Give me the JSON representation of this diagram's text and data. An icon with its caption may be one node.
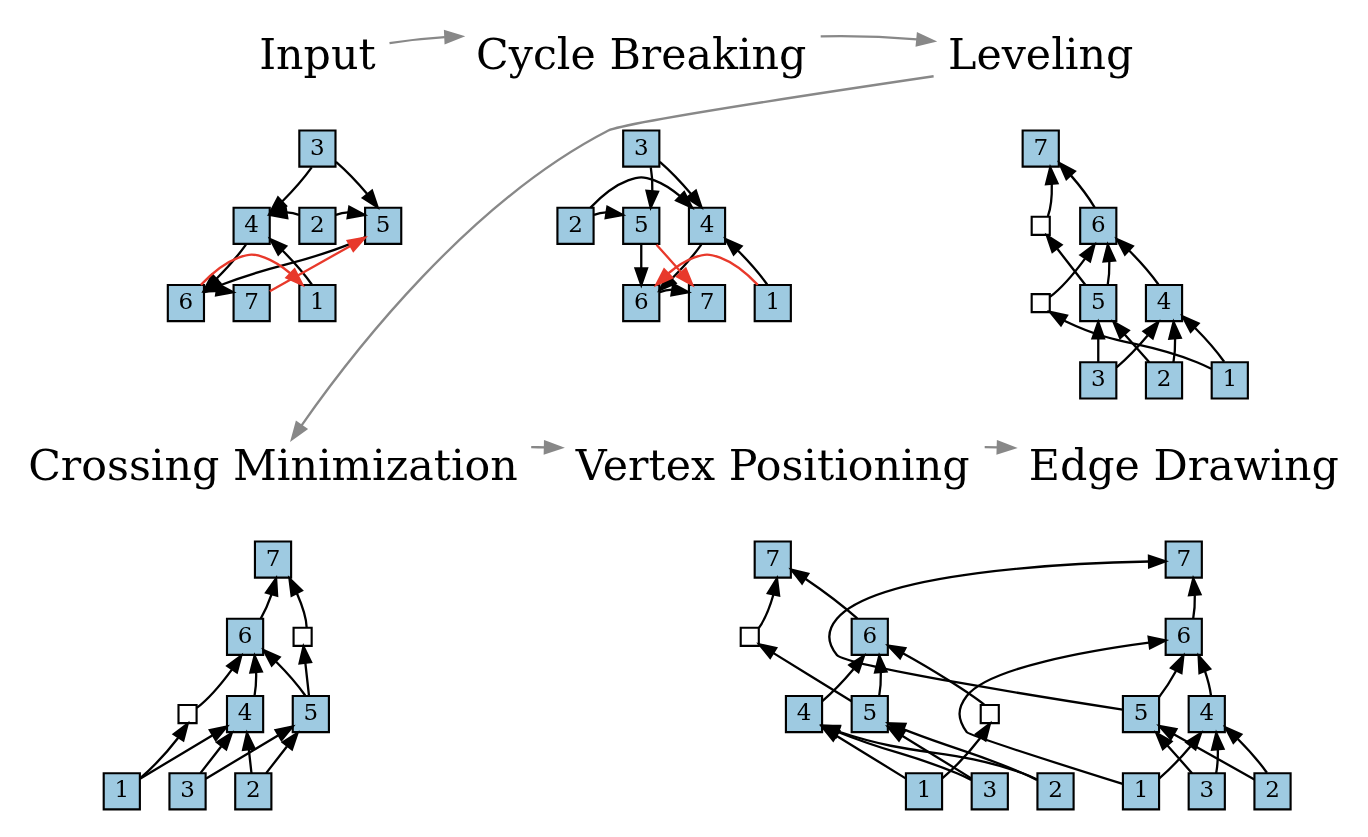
{
  "diagram": {
    "nodes": [
      {
        "text": [
          "Input"
        ]
      },
      {
        "text": [
          "Cycle Breaking"
        ]
      },
      {
        "text": [
          "Leveling"
        ]
      },
      {
        "text": [
          "Crossing Minimization"
        ]
      },
      {
        "text": [
          "Vertex Positioning"
        ]
      },
      {
        "text": [
          "Edge Drawing"
        ]
      },
      {
        "text": [
          "3"
        ]
      },
      {
        "text": [
          "4"
        ]
      },
      {
        "text": [
          "2"
        ]
      },
      {
        "text": [
          "5"
        ]
      },
      {
        "text": [
          "1"
        ]
      },
      {
        "text": [
          "6"
        ]
      },
      {
        "text": [
          "7"
        ]
      },
      {
        "text": [
          "3"
        ]
      },
      {
        "text": [
          "4"
        ]
      },
      {
        "text": [
          "2"
        ]
      },
      {
        "text": [
          "5"
        ]
      },
      {
        "text": [
          "1"
        ]
      },
      {
        "text": [
          "6"
        ]
      },
      {
        "text": [
          "7"
        ]
      },
      {
        "text": [
          "7"
        ]
      },
      {
        "text": [
          "6"
        ]
      },
      {
        "text": [],
        "shape": "box"
      },
      {
        "text": [
          "4"
        ]
      },
      {
        "text": [],
        "shape": "box"
      },
      {
        "text": [
          "5"
        ]
      },
      {
        "text": [
          "3"
        ]
      },
      {
        "text": [
          "2"
        ]
      },
      {
        "text": [
          "1"
        ]
      },
      {
        "text": [
          "7"
        ]
      },
      {
        "text": [
          "6"
        ]
      },
      {
        "text": [],
        "shape": "box"
      },
      {
        "text": [],
        "shape": "box"
      },
      {
        "text": [
          "4"
        ]
      },
      {
        "text": [
          "5"
        ]
      },
      {
        "text": [
          "1"
        ]
      },
      {
        "text": [
          "3"
        ]
      },
      {
        "text": [
          "2"
        ]
      },
      {
        "text": [
          "7"
        ]
      },
      {
        "text": [
          "6"
        ]
      },
      {
        "text": [],
        "shape": "box"
      },
      {
        "text": [],
        "shape": "box"
      },
      {
        "text": [
          "4"
        ]
      },
      {
        "text": [
          "5"
        ]
      },
      {
        "text": [
          "1"
        ]
      },
      {
        "text": [
          "3"
        ]
      },
      {
        "text": [
          "2"
        ]
      },
      {
        "text": [
          "7"
        ]
      },
      {
        "text": [
          "6"
        ]
      },
      {
        "text": [
          "4"
        ]
      },
      {
        "text": [
          "5"
        ]
      },
      {
        "text": [
          "1"
        ]
      },
      {
        "text": [
          "3"
        ]
      },
      {
        "text": [
          "2"
        ]
      }
    ],
    "edges": [
      {
        "from": 0,
        "to": 1,
        "arrow": "to",
        "color": "#888888"
      },
      {
        "from": 1,
        "to": 2,
        "arrow": "to",
        "color": "#888888"
      },
      {
        "from": 2,
        "to": 3,
        "arrow": "to",
        "color": "#888888"
      },
      {
        "from": 3,
        "to": 4,
        "arrow": "to",
        "color": "#888888"
      },
      {
        "from": 4,
        "to": 5,
        "arrow": "to",
        "color": "#888888"
      },
      {
        "from": 6,
        "to": 7,
        "arrow": "to"
      },
      {
        "from": 6,
        "to": 9,
        "arrow": "to"
      },
      {
        "from": 8,
        "to": 7,
        "arrow": "to"
      },
      {
        "from": 8,
        "to": 9,
        "arrow": "to"
      },
      {
        "from": 10,
        "to": 7,
        "arrow": "to"
      },
      {
        "from": 7,
        "to": 11,
        "arrow": "to"
      },
      {
        "from": 9,
        "to": 11,
        "arrow": "to"
      },
      {
        "from": 11,
        "to": 10,
        "arrow": "to",
        "color": "#e8392b"
      },
      {
        "from": 11,
        "to": 12,
        "arrow": "to"
      },
      {
        "from": 12,
        "to": 9,
        "arrow": "to",
        "color": "#e8392b"
      },
      {
        "from": 13,
        "to": 14,
        "arrow": "to"
      },
      {
        "from": 13,
        "to": 16,
        "arrow": "to"
      },
      {
        "from": 15,
        "to": 14,
        "arrow": "to"
      },
      {
        "from": 15,
        "to": 16,
        "arrow": "to"
      },
      {
        "from": 17,
        "to": 14,
        "arrow": "to"
      },
      {
        "from": 14,
        "to": 18,
        "arrow": "to"
      },
      {
        "from": 16,
        "to": 18,
        "arrow": "to"
      },
      {
        "from": 17,
        "to": 18,
        "arrow": "to",
        "color": "#e8392b"
      },
      {
        "from": 18,
        "to": 19,
        "arrow": "to"
      },
      {
        "from": 16,
        "to": 19,
        "arrow": "to",
        "color": "#e8392b"
      },
      {
        "from": 21,
        "to": 20,
        "arrow": "to"
      },
      {
        "from": 22,
        "to": 20,
        "arrow": "to"
      },
      {
        "from": 25,
        "to": 22,
        "arrow": "to"
      },
      {
        "from": 23,
        "to": 21,
        "arrow": "to"
      },
      {
        "from": 24,
        "to": 21,
        "arrow": "to"
      },
      {
        "from": 25,
        "to": 21,
        "arrow": "to"
      },
      {
        "from": 26,
        "to": 23,
        "arrow": "to"
      },
      {
        "from": 27,
        "to": 23,
        "arrow": "to"
      },
      {
        "from": 28,
        "to": 23,
        "arrow": "to"
      },
      {
        "from": 28,
        "to": 24,
        "arrow": "to"
      },
      {
        "from": 26,
        "to": 25,
        "arrow": "to"
      },
      {
        "from": 27,
        "to": 25,
        "arrow": "to"
      },
      {
        "from": 30,
        "to": 29,
        "arrow": "to"
      },
      {
        "from": 31,
        "to": 29,
        "arrow": "to"
      },
      {
        "from": 34,
        "to": 31,
        "arrow": "to"
      },
      {
        "from": 32,
        "to": 30,
        "arrow": "to"
      },
      {
        "from": 33,
        "to": 30,
        "arrow": "to"
      },
      {
        "from": 34,
        "to": 30,
        "arrow": "to"
      },
      {
        "from": 35,
        "to": 32,
        "arrow": "to"
      },
      {
        "from": 35,
        "to": 33,
        "arrow": "to"
      },
      {
        "from": 36,
        "to": 33,
        "arrow": "to"
      },
      {
        "from": 37,
        "to": 33,
        "arrow": "to"
      },
      {
        "from": 36,
        "to": 34,
        "arrow": "to"
      },
      {
        "from": 37,
        "to": 34,
        "arrow": "to"
      },
      {
        "from": 39,
        "to": 38,
        "arrow": "to"
      },
      {
        "from": 40,
        "to": 38,
        "arrow": "to"
      },
      {
        "from": 43,
        "to": 40,
        "arrow": "to"
      },
      {
        "from": 41,
        "to": 39,
        "arrow": "to"
      },
      {
        "from": 42,
        "to": 39,
        "arrow": "to"
      },
      {
        "from": 43,
        "to": 39,
        "arrow": "to"
      },
      {
        "from": 44,
        "to": 41,
        "arrow": "to"
      },
      {
        "from": 44,
        "to": 42,
        "arrow": "to"
      },
      {
        "from": 45,
        "to": 42,
        "arrow": "to"
      },
      {
        "from": 46,
        "to": 42,
        "arrow": "to"
      },
      {
        "from": 45,
        "to": 43,
        "arrow": "to"
      },
      {
        "from": 46,
        "to": 43,
        "arrow": "to"
      },
      {
        "from": 48,
        "to": 47,
        "arrow": "to"
      },
      {
        "from": 50,
        "to": 47,
        "arrow": "to"
      },
      {
        "from": 51,
        "to": 48,
        "arrow": "to"
      },
      {
        "from": 49,
        "to": 48,
        "arrow": "to"
      },
      {
        "from": 50,
        "to": 48,
        "arrow": "to"
      },
      {
        "from": 51,
        "to": 49,
        "arrow": "to"
      },
      {
        "from": 52,
        "to": 49,
        "arrow": "to"
      },
      {
        "from": 53,
        "to": 49,
        "arrow": "to"
      },
      {
        "from": 52,
        "to": 50,
        "arrow": "to"
      },
      {
        "from": 53,
        "to": 50,
        "arrow": "to"
      }
    ]
  }
}
